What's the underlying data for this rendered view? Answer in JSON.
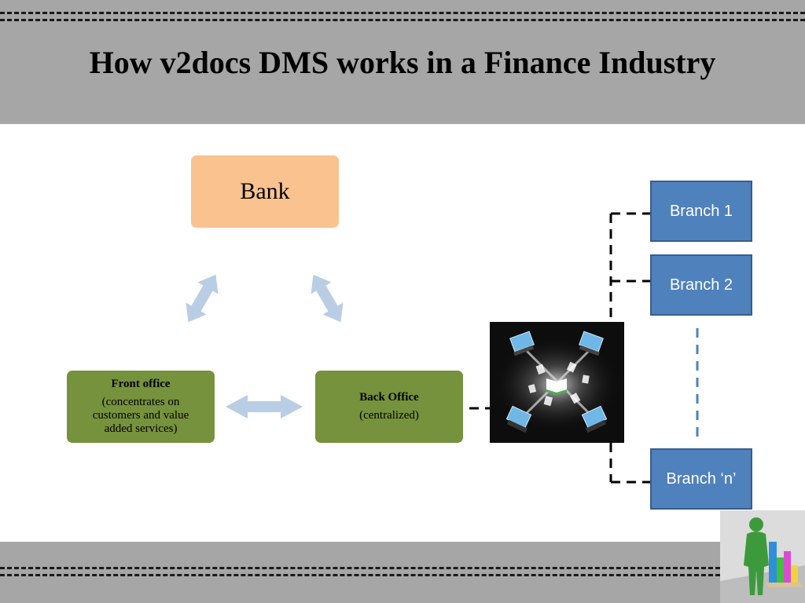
{
  "title": "How v2docs DMS works in a Finance Industry",
  "nodes": {
    "bank": "Bank",
    "front_office": {
      "title": "Front office",
      "desc": "(concentrates on customers and value added services)"
    },
    "back_office": {
      "title": "Back Office",
      "desc": "(centralized)"
    }
  },
  "branches": [
    "Branch 1",
    "Branch 2",
    "Branch ‘n’"
  ],
  "colors": {
    "bank": "#f9c28f",
    "office": "#76923c",
    "branch": "#4f81bd",
    "arrow": "#b9cde5",
    "band": "#a6a6a6"
  }
}
